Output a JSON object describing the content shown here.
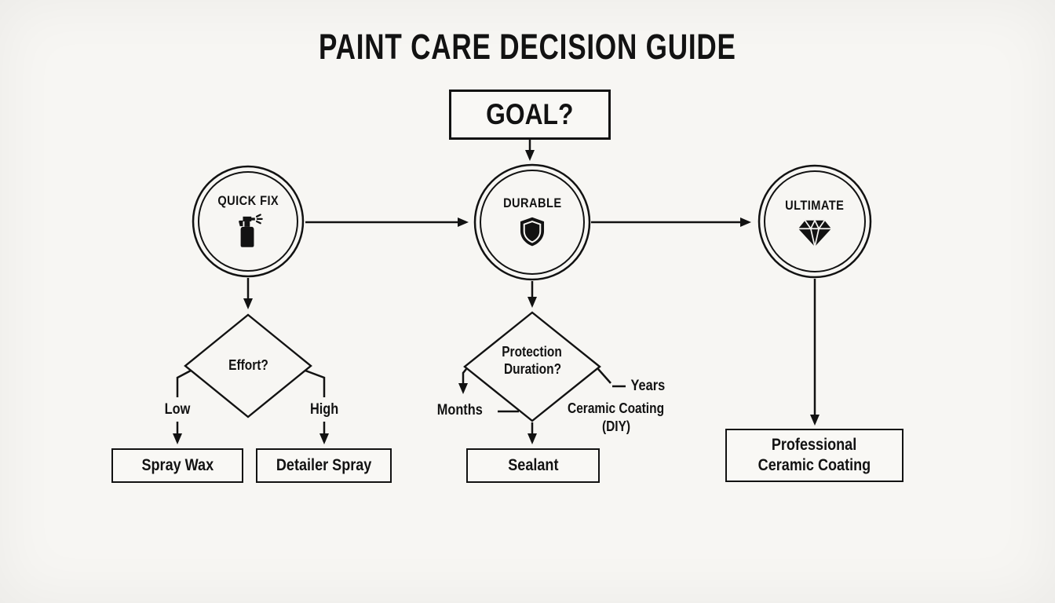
{
  "title": "PAINT CARE DECISION GUIDE",
  "goal": {
    "label": "GOAL?"
  },
  "options": {
    "quick_fix": {
      "label": "QUICK FIX",
      "icon": "spray-bottle-icon"
    },
    "durable": {
      "label": "DURABLE",
      "icon": "shield-icon"
    },
    "ultimate": {
      "label": "ULTIMATE",
      "icon": "diamond-icon"
    }
  },
  "decisions": {
    "effort": {
      "question": "Effort?",
      "branch_low": "Low",
      "branch_high": "High"
    },
    "duration": {
      "question_line1": "Protection",
      "question_line2": "Duration?",
      "branch_months": "Months",
      "branch_years": "Years",
      "years_outcome_line1": "Ceramic Coating",
      "years_outcome_line2": "(DIY)"
    }
  },
  "outcomes": {
    "spray_wax": "Spray Wax",
    "detailer_spray": "Detailer Spray",
    "sealant": "Sealant",
    "professional_line1": "Professional",
    "professional_line2": "Ceramic Coating"
  },
  "colors": {
    "background": "#f7f6f3",
    "ink": "#121212"
  }
}
